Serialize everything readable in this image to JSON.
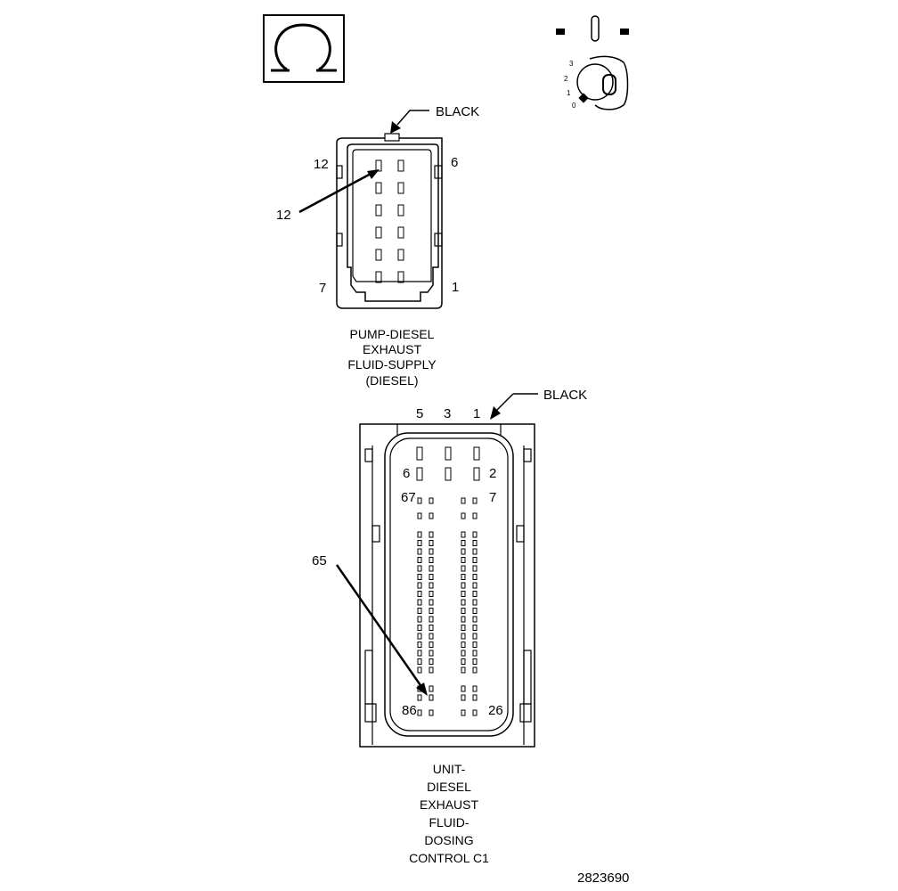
{
  "legend": {
    "omega_symbol": "Ω",
    "key_switch_positions": [
      "3",
      "2",
      "1",
      "0"
    ]
  },
  "connector1": {
    "color_label": "BLACK",
    "pin_labels": {
      "top_left": "12",
      "top_right": "6",
      "bottom_left": "7",
      "bottom_right": "1"
    },
    "callout_pin": "12",
    "name_lines": [
      "PUMP-DIESEL",
      "EXHAUST",
      "FLUID-SUPPLY",
      "(DIESEL)"
    ]
  },
  "connector2": {
    "color_label": "BLACK",
    "top_pin_labels": [
      "5",
      "3",
      "1"
    ],
    "pin_labels": {
      "row2_left": "6",
      "row2_right": "2",
      "row3_left": "67",
      "row3_right": "7",
      "bottom_left": "86",
      "bottom_right": "26"
    },
    "callout_pin": "65",
    "name_lines": [
      "UNIT-",
      "DIESEL",
      "EXHAUST",
      "FLUID-",
      "DOSING",
      "CONTROL C1"
    ]
  },
  "figure_id": "2823690"
}
